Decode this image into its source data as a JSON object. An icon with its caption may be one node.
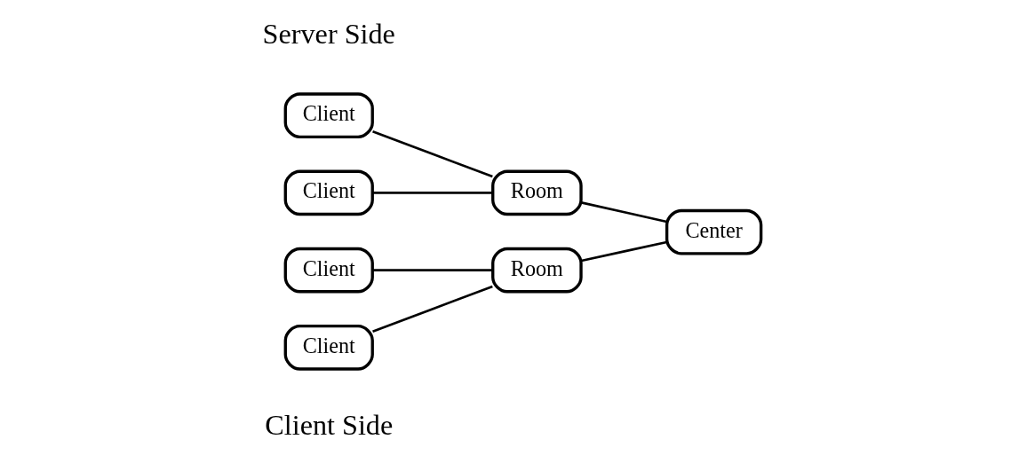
{
  "diagram": {
    "nodes": [
      {
        "text": [
          "Client"
        ]
      },
      {
        "text": [
          "Room"
        ]
      },
      {
        "text": [
          "Client"
        ]
      },
      {
        "text": [
          "Center"
        ]
      },
      {
        "text": [
          "Room"
        ]
      },
      {
        "text": [
          "Client"
        ]
      },
      {
        "text": [
          "Client"
        ]
      }
    ],
    "edges": [
      {
        "from": 0,
        "to": 1,
        "arrow": "none"
      },
      {
        "from": 2,
        "to": 1,
        "arrow": "none"
      },
      {
        "from": 1,
        "to": 3,
        "arrow": "none"
      },
      {
        "from": 4,
        "to": 3,
        "arrow": "none"
      },
      {
        "from": 5,
        "to": 4,
        "arrow": "none"
      },
      {
        "from": 6,
        "to": 4,
        "arrow": "none"
      }
    ],
    "labels": [
      "Client Side",
      "Server Side"
    ]
  }
}
